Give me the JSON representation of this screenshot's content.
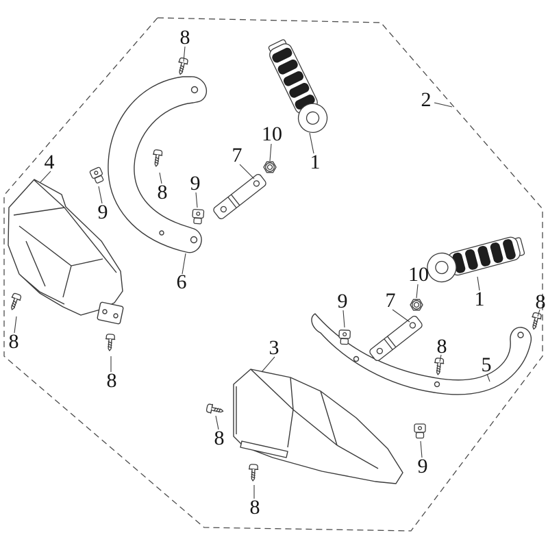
{
  "diagram": {
    "type": "exploded-parts-diagram",
    "colors": {
      "line": "#3a3a3a",
      "boundary": "#4a4a4a",
      "background": "#ffffff",
      "grip_rib": "#1e1e1e"
    },
    "labels": {
      "grip_top": "1",
      "grip_right": "1",
      "boundary": "2",
      "handguard_bottom": "3",
      "handguard_left": "4",
      "bracket_right": "5",
      "bracket_left": "6",
      "stay_top": "7",
      "stay_right": "7",
      "screw_top": "8",
      "screw_upper_mid": "8",
      "screw_left": "8",
      "screw_left_lower": "8",
      "screw_mid_bottom": "8",
      "screw_right_mid": "8",
      "screw_far_right": "8",
      "screw_bottom": "8",
      "clamp_upper_left": "9",
      "clamp_mid": "9",
      "clamp_right": "9",
      "clamp_bottom_right": "9",
      "nut_top": "10",
      "nut_right": "10"
    }
  }
}
